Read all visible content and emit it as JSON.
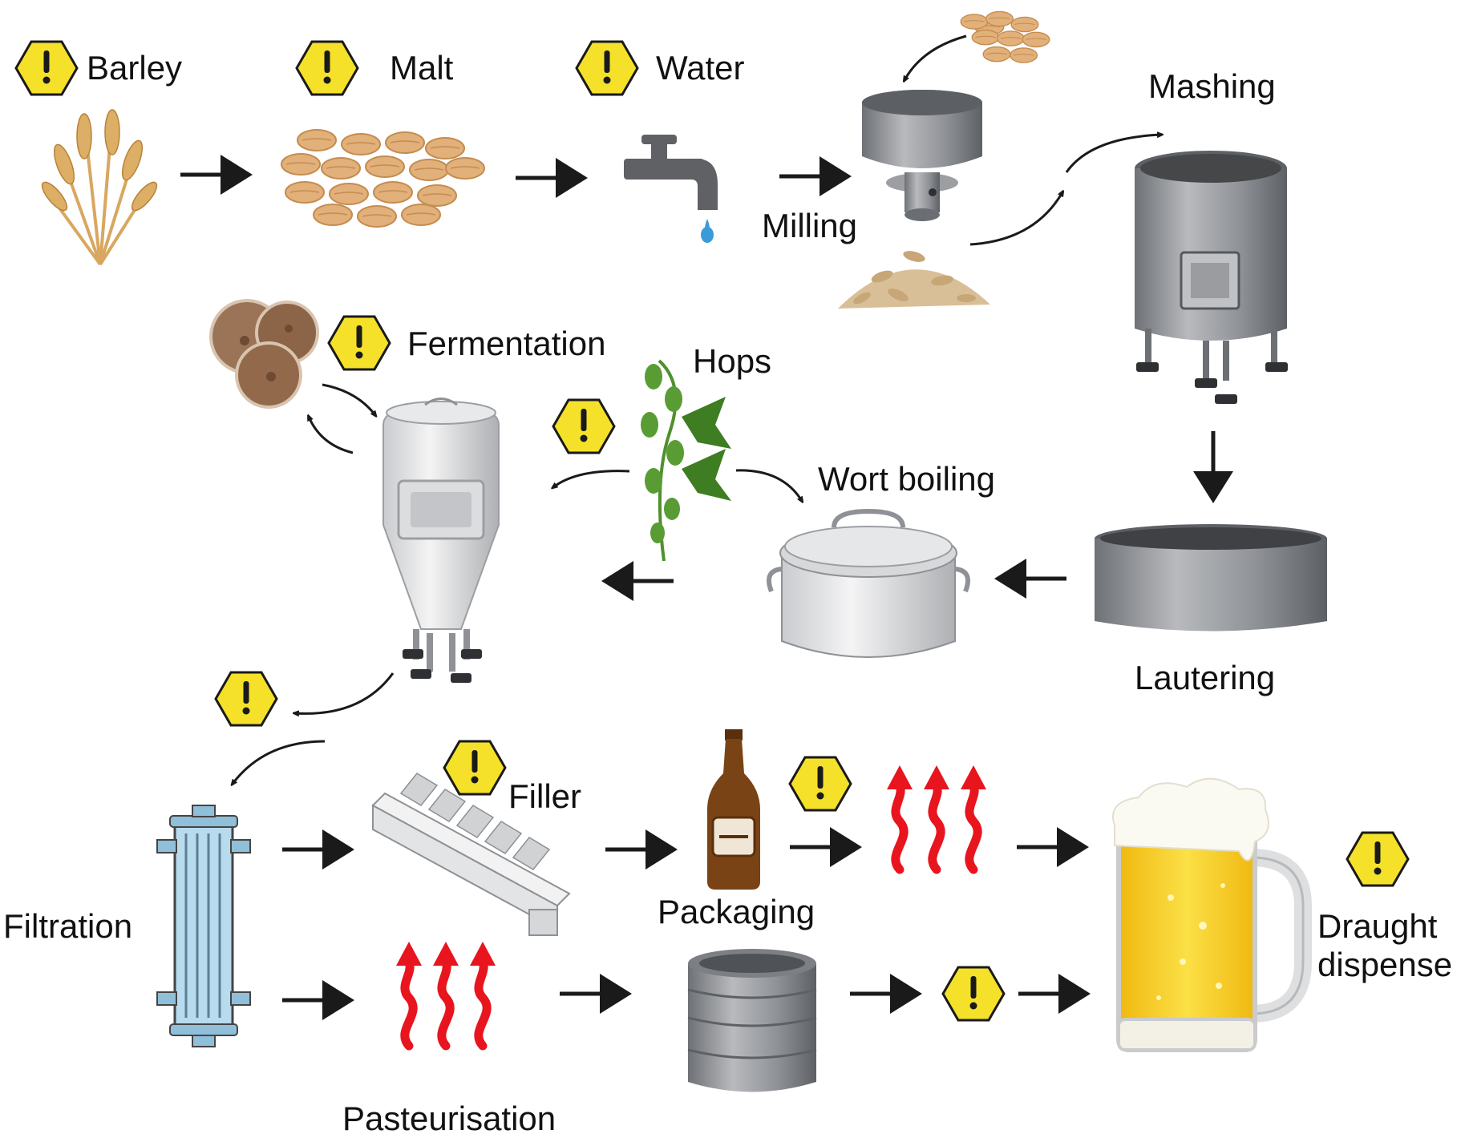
{
  "labels": {
    "barley": "Barley",
    "malt": "Malt",
    "water": "Water",
    "milling": "Milling",
    "mashing": "Mashing",
    "fermentation": "Fermentation",
    "hops": "Hops",
    "wort_boiling": "Wort boiling",
    "lautering": "Lautering",
    "filler": "Filler",
    "packaging": "Packaging",
    "filtration": "Filtration",
    "pasteurisation": "Pasteurisation",
    "draught_line1": "Draught",
    "draught_line2": "dispense"
  },
  "warning_mark": "!",
  "colors": {
    "warning_fill": "#f5e12a",
    "heat_red": "#e8141e",
    "steel": "#8e9196",
    "steel_light": "#c7c9cc",
    "grain": "#e2b07a",
    "hop_green": "#4f8f2d",
    "bottle_brown": "#7a4316",
    "beer_yellow": "#f3c51c",
    "filter_blue": "#b8dbee"
  }
}
